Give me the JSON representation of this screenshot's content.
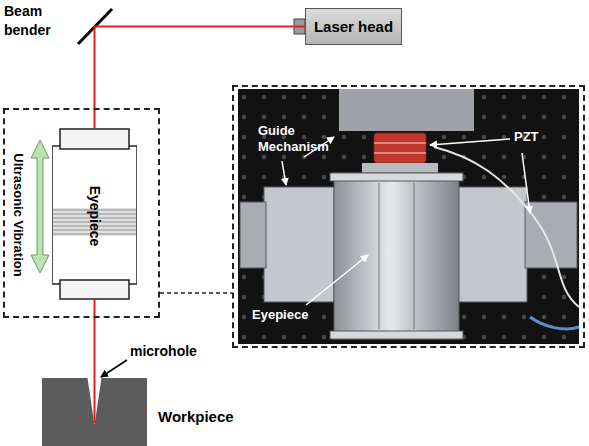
{
  "diagram": {
    "nodes": [
      {
        "text": [
          "Laser head"
        ]
      },
      {
        "text": [
          "Ultrasonic Vibration"
        ]
      },
      {
        "text": [
          "Eyepiece"
        ],
        "in": 1
      },
      {
        "text": [
          "Guide Mechanism",
          "PZT",
          "Eyepiece"
        ]
      },
      {
        "text": [
          "Workpiece"
        ]
      }
    ],
    "edges": [
      {
        "from": 0,
        "to": 2,
        "arrow": "none"
      },
      {
        "from": 2,
        "to": 4,
        "arrow": "none"
      },
      {
        "from": 1,
        "to": 3,
        "arrow": "none"
      }
    ],
    "labels": [
      "Beam bender",
      "microhole"
    ]
  }
}
